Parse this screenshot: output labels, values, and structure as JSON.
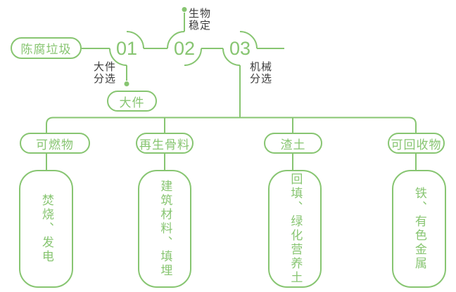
{
  "palette": {
    "line_green": "#87C571",
    "label_dark": "#3C3C3C",
    "background": "#FFFFFF"
  },
  "flow": {
    "source_label": "陈腐垃圾",
    "steps": [
      {
        "number": "01",
        "label_lines": [
          "大件",
          "分选"
        ],
        "branch_node": "大件"
      },
      {
        "number": "02",
        "label_lines": [
          "生物",
          "稳定"
        ]
      },
      {
        "number": "03",
        "label_lines": [
          "机械",
          "分选"
        ]
      }
    ]
  },
  "outputs": [
    {
      "category": "可燃物",
      "detail": "焚烧、发电"
    },
    {
      "category": "再生骨料",
      "detail": "建筑材料、填埋"
    },
    {
      "category": "渣土",
      "detail": "回填、绿化营养土"
    },
    {
      "category": "可回收物",
      "detail": "铁、有色金属"
    }
  ]
}
